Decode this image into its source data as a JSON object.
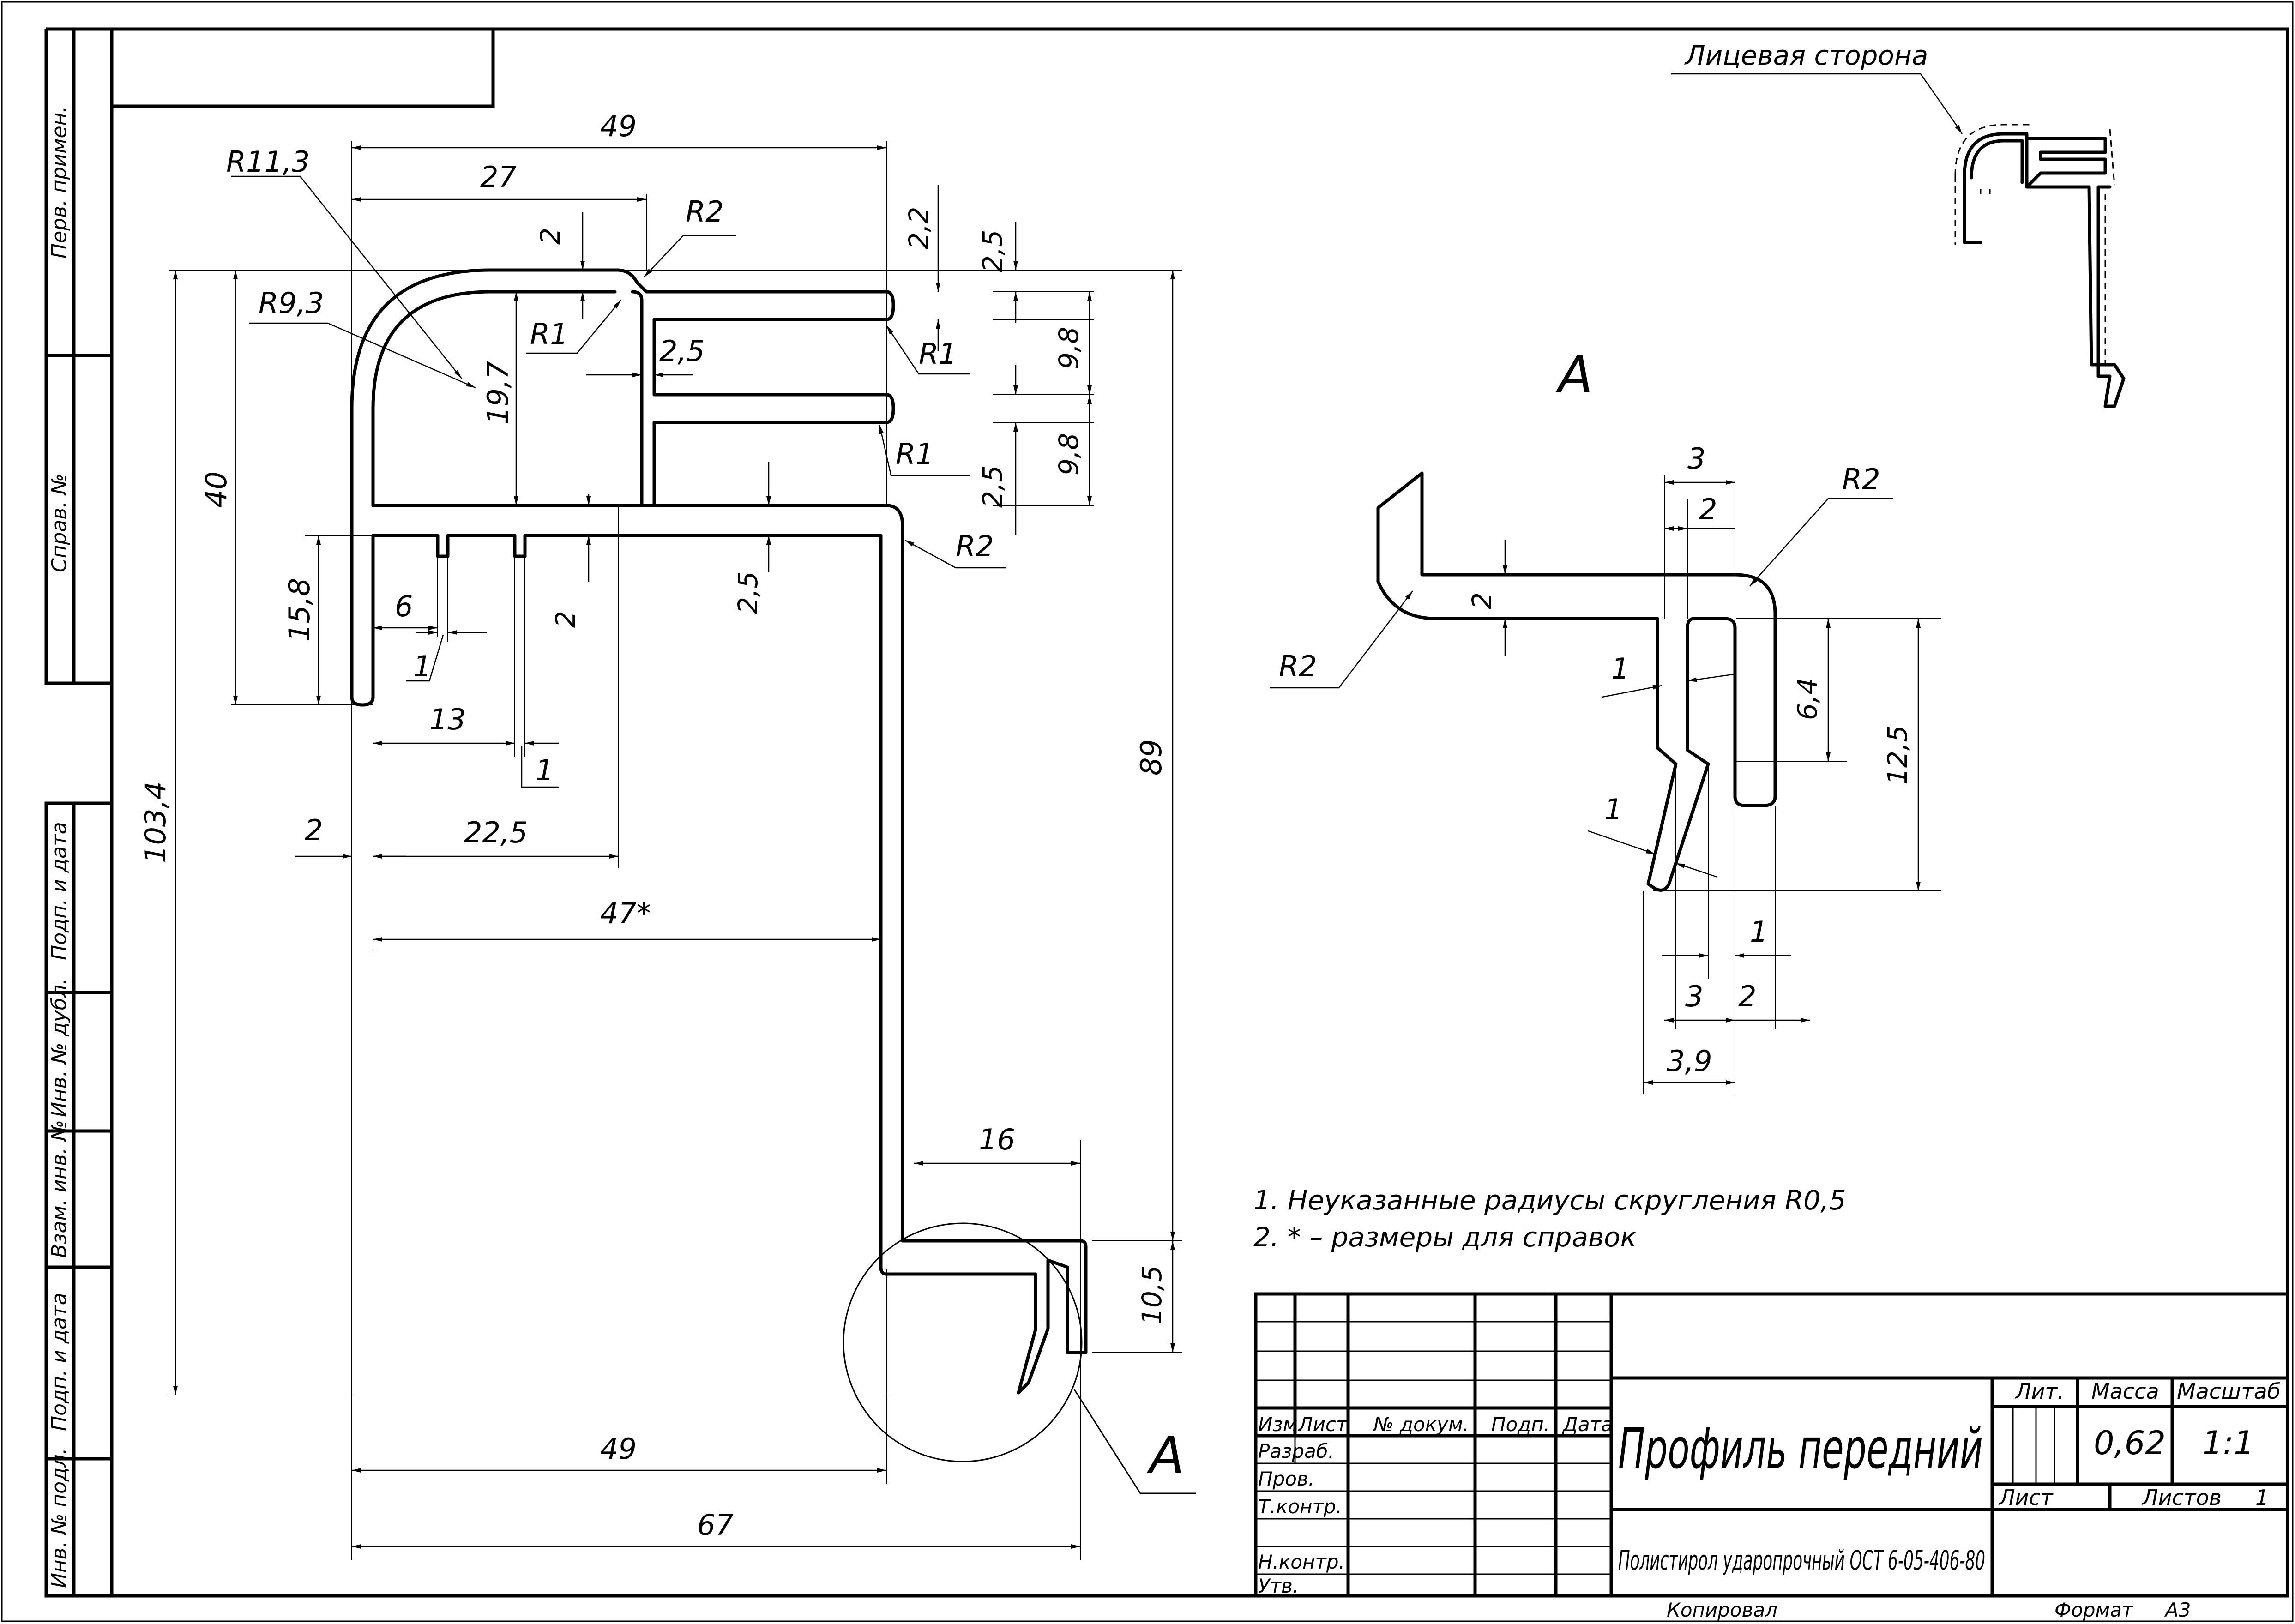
{
  "title_block": {
    "part_name": "Профиль передний",
    "material": "Полистирол ударопрочный ОСТ 6-05-406-80",
    "header_lit": "Лит.",
    "header_mass": "Масса",
    "header_scale": "Масштаб",
    "mass": "0,62",
    "scale": "1:1",
    "sheet_label": "Лист",
    "sheets_label": "Листов",
    "sheets_count": "1",
    "col_izm": "Изм.",
    "col_list": "Лист",
    "col_doc": "№ докум.",
    "col_sign": "Подп.",
    "col_date": "Дата",
    "role_razrab": "Разраб.",
    "role_prov": "Пров.",
    "role_tkontr": "Т.контр.",
    "role_nkontr": "Н.контр.",
    "role_utv": "Утв."
  },
  "bottom": {
    "copied": "Копировал",
    "format_label": "Формат",
    "format_value": "А3"
  },
  "left_margin": [
    "Перв. примен.",
    "Справ. №",
    "Подп. и дата",
    "Инв. № дубл.",
    "Взам. инв. №",
    "Подп. и дата",
    "Инв. № подл."
  ],
  "notes": [
    "1. Неуказанные радиусы скругления R0,5",
    "2. * – размеры для справок"
  ],
  "view_labels": {
    "detail_marker": "А",
    "detail_title": "А",
    "face_side": "Лицевая сторона"
  },
  "dimensions": {
    "d49_top": "49",
    "d27": "27",
    "d2_top": "2",
    "r2_top": "R2",
    "d2_2": "2,2",
    "d2_5_top": "2,5",
    "r11_3": "R11,3",
    "r9_3": "R9,3",
    "r1_inner": "R1",
    "d2_5_inner": "2,5",
    "r1_slot1": "R1",
    "d9_8_a": "9,8",
    "d19_7": "19,7",
    "r1_slot2": "R1",
    "d9_8_b": "9,8",
    "d2_5_right": "2,5",
    "d40": "40",
    "d15_8": "15,8",
    "d6": "6",
    "d1_a": "1",
    "d2_mid": "2",
    "d2_5_mid": "2,5",
    "r2_corner": "R2",
    "d13": "13",
    "d1_b": "1",
    "d2_left": "2",
    "d22_5": "22,5",
    "d47": "47*",
    "d103_4": "103,4",
    "d89": "89",
    "d16": "16",
    "d10_5": "10,5",
    "d49_bottom": "49",
    "d67": "67"
  },
  "detail_dimensions": {
    "d3_top": "3",
    "d2_top": "2",
    "r2_right": "R2",
    "d2_web": "2",
    "r2_left": "R2",
    "d1_upper": "1",
    "d6_4": "6,4",
    "d12_5": "12,5",
    "d1_lower": "1",
    "d1_bottom": "1",
    "d3_bottom": "3",
    "d2_bottom": "2",
    "d3_9": "3,9"
  }
}
